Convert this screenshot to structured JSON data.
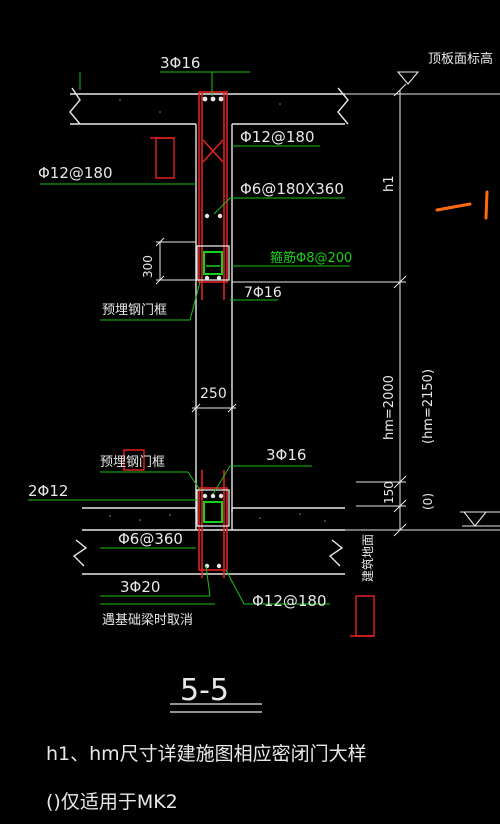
{
  "labels": {
    "top_bars": "3Φ16",
    "roof_elev": "顶板面标高",
    "wall_vert_bar": "Φ12@180",
    "left_bar": "Φ12@180",
    "tie": "Φ6@180X360",
    "stirrup_green": "箍筋Φ8@200",
    "dim_300": "300",
    "beam_bars": "7Φ16",
    "embed_frame_top": "预埋钢门框",
    "h1": "h1",
    "hm": "hm=2000",
    "hm_paren": "(hm=2150)",
    "dim_250": "250",
    "embed_frame_bot": "预埋钢门框",
    "bot_3phi16": "3Φ16",
    "left_2phi12": "2Φ12",
    "dim_150": "150",
    "dim_0": "(0)",
    "floor_label": "建筑地面",
    "phi6_360": "Φ6@360",
    "bot_3phi20": "3Φ20",
    "cancel_note": "遇基础梁时取消",
    "bot_phi12": "Φ12@180",
    "title": "5-5",
    "note1": "h1、hm尺寸详建施图相应密闭门大样",
    "note2": "()仅适用于MK2"
  },
  "colors": {
    "line": "#e8e8e8",
    "red": "#e02020",
    "green": "#18d018",
    "orange": "#ff6a10",
    "leader": "#18c018"
  }
}
